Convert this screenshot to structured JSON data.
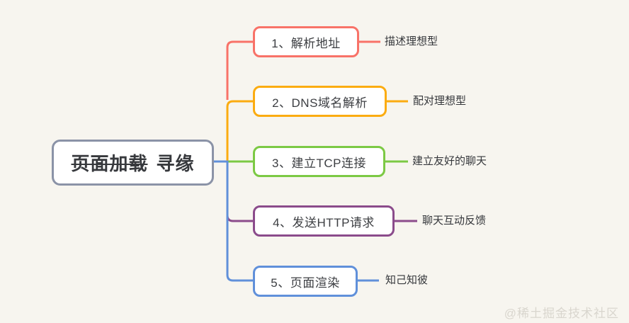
{
  "background_color": "#f7f5ef",
  "central": {
    "title_struck": "页面加载",
    "title_rest": "寻缘",
    "border_color": "#8b93a7"
  },
  "branches": [
    {
      "label": "1、解析地址",
      "note": "描述理想型",
      "color": "#f87268"
    },
    {
      "label": "2、DNS域名解析",
      "note": "配对理想型",
      "color": "#fbac11"
    },
    {
      "label": "3、建立TCP连接",
      "note": "建立友好的聊天",
      "color": "#7cc944"
    },
    {
      "label": "4、发送HTTP请求",
      "note": "聊天互动反馈",
      "color": "#8b4b8b"
    },
    {
      "label": "5、页面渲染",
      "note": "知己知彼",
      "color": "#6090da"
    }
  ],
  "watermark": "@稀土掘金技术社区"
}
